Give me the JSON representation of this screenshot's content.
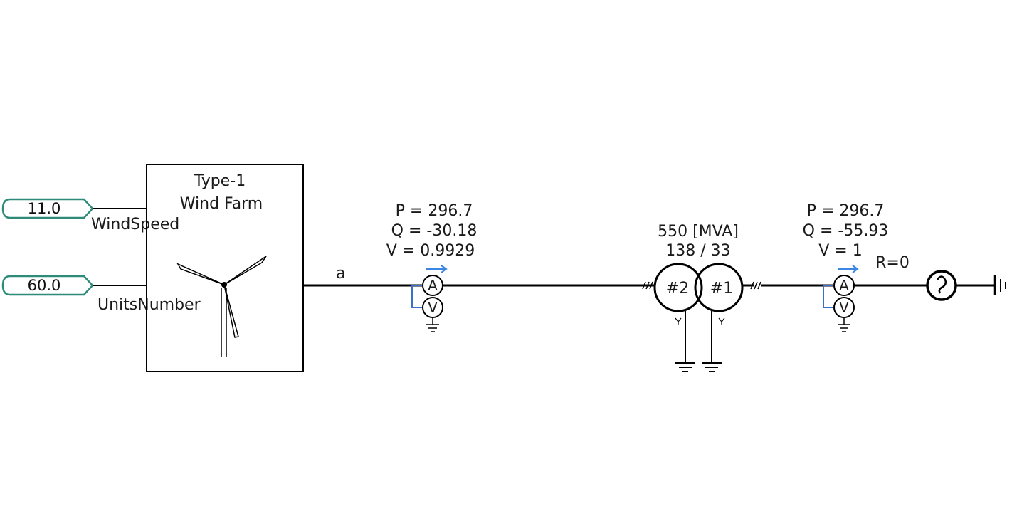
{
  "inputs": [
    {
      "value": "11.0",
      "port_label": "WindSpeed"
    },
    {
      "value": "60.0",
      "port_label": "UnitsNumber"
    }
  ],
  "wind_farm": {
    "title_line1": "Type-1",
    "title_line2": "Wind Farm"
  },
  "bus_label": "a",
  "meter_left": {
    "p": "P = 296.7",
    "q": "Q = -30.18",
    "v": "V = 0.9929",
    "ammeter": "A",
    "voltmeter": "V"
  },
  "transformer": {
    "rating": "550 [MVA]",
    "ratio": "138 / 33",
    "winding2": "#2",
    "winding1": "#1"
  },
  "meter_right": {
    "p": "P = 296.7",
    "q": "Q = -55.93",
    "v": "V = 1",
    "ammeter": "A",
    "voltmeter": "V"
  },
  "source": {
    "r_label": "R=0"
  },
  "colors": {
    "input_border": "#2e8b7a",
    "arrow": "#3a86e0",
    "voltmeter_link": "#3a6fd0"
  }
}
